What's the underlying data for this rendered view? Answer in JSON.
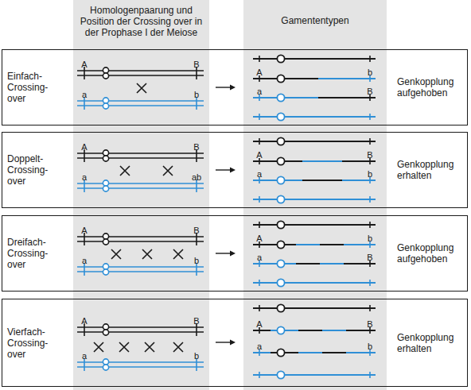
{
  "diagram": {
    "nodes": [
      {
        "text": [
          "Homologenpaarung und Position der Crossing over in der Prophase I der Meiose"
        ]
      },
      {
        "text": [
          "Gamententypen"
        ]
      },
      {
        "text": [
          "Einfach-Crossing-over",
          "Genkopplung aufgehoben"
        ]
      },
      {
        "text": [
          "Doppelt-Crossing-over",
          "Genkopplung erhalten"
        ]
      },
      {
        "text": [
          "Dreifach-Crossing-over",
          "Genkopplung aufgehoben"
        ]
      },
      {
        "text": [
          "Vierfach-Crossing-over",
          "Genkopplung erhalten"
        ]
      }
    ],
    "labels": [
      "A",
      "B",
      "a",
      "b",
      "A",
      "b",
      "a",
      "B",
      "A",
      "B",
      "a",
      "ab",
      "A",
      "B",
      "a",
      "b",
      "A",
      "B",
      "a",
      "b",
      "A",
      "b",
      "a",
      "B",
      "A",
      "B",
      "a",
      "b",
      "A",
      "B",
      "a",
      "b"
    ]
  }
}
